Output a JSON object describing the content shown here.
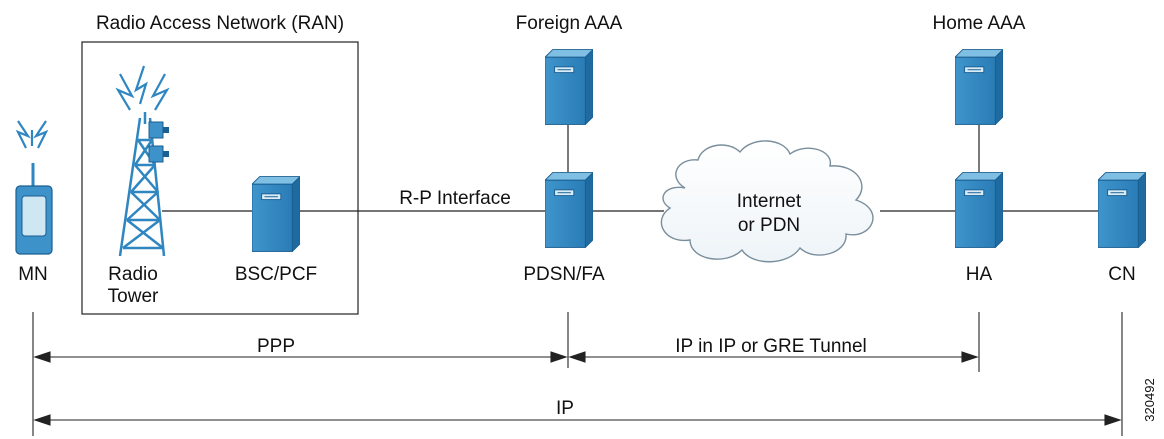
{
  "colors": {
    "server_light": "#5aa8d6",
    "server_mid": "#2f86c0",
    "server_dark": "#1b5f91",
    "line": "#222222",
    "box_border": "#222222"
  },
  "labels": {
    "ran": "Radio Access Network (RAN)",
    "foreign_aaa": "Foreign AAA",
    "home_aaa": "Home AAA",
    "mn": "MN",
    "radio": "Radio",
    "tower": "Tower",
    "bsc_pcf": "BSC/PCF",
    "rp_interface": "R-P Interface",
    "pdsn_fa": "PDSN/FA",
    "internet": "Internet",
    "or_pdn": "or PDN",
    "ha": "HA",
    "cn": "CN",
    "ppp": "PPP",
    "ip_tunnel": "IP in IP or GRE Tunnel",
    "ip": "IP",
    "figure_id": "320492"
  },
  "icons": {
    "mobile_node": "mobile-phone-icon",
    "radio_tower": "radio-tower-icon",
    "server": "server-icon",
    "cloud": "cloud-icon"
  }
}
